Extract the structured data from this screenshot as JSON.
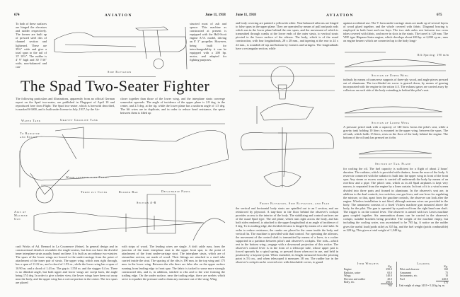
{
  "left_page": {
    "page_number": "674",
    "masthead": "AVIATION",
    "date": "June 11, 1918",
    "col_a": "To both of these surfaces are hinged the elevators and rudder respectively. The former are built up of pressed steel ribs of channel section and lightened. These are 39¾\" wide and give a total span to the tail of 13' 10½\". The rudder is 4' 9\" high and 30 7/16\" wide, non-balanced and con-",
    "col_b": "structed most of ash and spruce. This machine as constructed at present is equipped with the Hall-Scott engine A7A. model, driving an 8' 3\" propeller. However, being built for interchangeability it can be equipped with a 200 hp. motor, and adapted for fighting purposes.",
    "side_caption": "Side Elevation",
    "title": "The Spad Two-Seater Fighter",
    "intro_a": "The following particulars and illustrations, apparently from an official German report on the Spad two-seater, are published in Flugsport of April 10 and reproduced here from Flight: The Spad two-seater, which is herewith described, is marked S 6000, and is built under license in July, 1917, by the Air-",
    "intro_b": "closer together than those of the lower wing, and the interplane struts converge somewhat upwards. The angle of incidence of the upper plane is 2.8 deg. in the center, and 2.5 deg. at the tip, while the lower plane has a uniform angle of 1.5 deg. The lift wires are in duplicate, and in order to reduce head resistance, the space between them is filled up",
    "labels": [
      "Water Tank",
      "Gravity Gasoline Tank",
      "To Radiator and Engine",
      "Wood covered with Fabric",
      "Three ply Cover",
      "Rudder Bar",
      "Detachable Panel",
      "Axis of Machine Gun",
      "Section A-B"
    ],
    "bottom_a": "craft Works of Ad. Bernard in La Courneuve (Seine). In general design and in constructional details it resembles the single-seaters, but does not have the divided inner interplane struts usually found on these. It is built as an ordinary two-strutter. The spars of the lower wings are braced to the under-carriage from the point of attachment of the inner pair of struts. The upper wing, which runs right through, has a span of 11.22 m., and a chord of 1.53 m., while the lower wing has a span of 10.90 m. and a chord of 1.43 m. The gap is 1.550 m. and the stagger 0.4 m. There is no dihedral angle, but both upper and lower wings are swept back, the angle being 174 deg. In order to give a better view, the lower wings have been cut away near the body, and the upper wing has a cut-out portion in the center. The two spars are placed",
    "bottom_b": "with strips of wood. The leading wires are single. A drift cable runs, from the junction of the inner interplane strut to the upper front spar, to the point of attachment of the front under-carriage strut. The interplane struts, which are of streamline section, are made of wood. Their fittings are attached to a steel tube carried inside the strut. The spacing of the ribs is 190 mm. in the top wing and 175 mm. in the lower wing. Between the ribs there are false ribs on the upper surface running from leading edge to front spar. The fabric is tacked to some more strongly constructed ribs, and is, in addition, stitched to ribs and to the wire forming the trailing edge. On the under surface, near the trailing edge, there are eyelets which serve to equalize the pressure and to drain any moisture out of the wing. Wing"
  },
  "right_page": {
    "page_number": "675",
    "masthead": "AVIATION",
    "date": "June 11, 1918",
    "top_a": "and body covering are painted a yellowish white. Non-balanced ailerons are hinged to false spars in the upper plane. They are operated by means of pull and push rods which run in the lower plane behind the rear spars, and the movement of which is transmitted through cranks at the lower ends of the outer struts, to vertical struts pivoted to the lower surface of the aileron. The body, which is of the usual construction, with four longitudinals, 28 x 28 mm., and tapering at the rear to 24 x 24 mm., is rounded off top and bottom by formers and stringers. The longitudinals have a rectangular section, while",
    "top_b": "against accidental use. The V form under-carriage struts are made up of several layers of wood glued together, and the whole covered with fabric. Diagonal bracing is employed in both front and rear bays. The two stub axles rest between two cross tubes covered with fabric, and move in slots in the struts. The travel is 120 mm. The VEE type Hispano-Suiza engine, which develops about 200 hp. at 2,000 r.p.m., runs on engine bearers which are connected up to the body longi-",
    "upper_wing_caption": "Section of Upper Wing",
    "lower_wing_caption": "Section of Lower Wing",
    "tail_caption": "Section of Tail Plane",
    "rib_spacing": "Rib Spacing: 190 m/m",
    "text_c": "tudinals by means of transverse supports of three-ply wood, and angle pieces pressed out of aluminum. The two-bladed air screw is geared down, by means of gearing incorporated with the engine in the ration 4:3. The exhaust gases are carried away by collectors on each side of the body extending to behind the pilot's seat.",
    "text_d": "A pressure petrol tank with a capacity of 140 liters forms the pilot's seat, while a gravity tank holding 10 liters is mounted in the upper wing, between the spars. The oil tank, which holds 15 liters, rests on the floor of the body behind the engine. The bottom of the oil tank has pressed on it ribs",
    "text_e": "for cooling the oil. The fuel capacity is sufficient for a flight of about 2 hours' duration. The radiator, which is provided with shutters, forms the nose of the body. A reservoir connected with the radiator is built into the upper wing in front of the front spar. Any steam or excess water is carried off underneath the body by means of an overflow and a pipe. The pilot's seat, which as in all Spad airplanes is kept very narrow, is separated from the engine by a linen curtain. In front of it is a wind screen divided into three parts and framed in aluminum. In the observer's seat are, in addition to the dual controls, two switches, one gas lever, and one lever for regulating the mixture, so that, apart from the gasoline controls, the observer can look after the engine. Wireless installation is not fitted, although antenna wires are provided in the body. The armament consists of a fixed Vickers machine gun mounted above the body, for the pilot. The gun is operated by a push-rod from the right hand cam shaft. The trigger is on the control lever. The observer is armed with two Lewis machine guns coupled together. Six ammunition drums can be carried in the observer's cockpit, suitable brackets being provided. The weight of the machine empty, but including the cooling water, was ascertained to be 765 kg. A notice on the rudder gives the useful load (poids utile) as 355 kg. and the fuel weight (poids combustible) as 220 kg. This gives a total weight of 1,340 kg.",
    "fig_caption": "Front Elevation, Side Elevation, and Plan",
    "text_f": "the vertical and horizontal body struts are spindled out to an I section, and are reinforced by plywood. A trap-door in the floor behind the observer's cockpit provides access to the interior of the body. The stabilizing and control surfaces are of the usual Spad type. The tail plane, which runs right across the body, and has both sides rendered, is attached to the upper longitudinal at an angle of incidence of 0 deg. To its trailing edge, the divided elevator is hinged by means of a steel tube. In order to reduce resistance, the cranks are placed in the cause inside the body and vertical fin. The machine is provided with dual control. For operating the ailerons, the movement of the control shaft is transmitted by means of a lever, to a rocker supported in a partition between pilot's and observer's cockpits. The rods—which rest in the bottom wing—engage with a downward projection of this rocker. The observer's control lever is in the form of a telescope tube, whose upper part is forced upwards by a spiral spring, or pressed down when not in use, and held in position by a bayonet joint. When extended, its length measured from the pivoting point is 53 cm., and when telescoped it measures 38 cm. The rudder bar in the observer's cockpit can be covered over with detachable covers, to guard",
    "weights": {
      "title": "Item Weights",
      "unit": "Kg.",
      "rows": [
        [
          "Engine",
          "250.0"
        ],
        [
          "Radiator, water",
          "65.0"
        ],
        [
          "Wings",
          "140.0"
        ],
        [
          "Elevator and rudder",
          "20.0"
        ],
        [
          "Body, etc.",
          "290.0"
        ]
      ],
      "total": "765"
    },
    "loading": {
      "title": "Loading",
      "unit": "Kg.",
      "rows": [
        [
          "Pilot and observer",
          "160"
        ],
        [
          "Armament",
          "75"
        ],
        [
          "Instruments, etc.",
          "10"
        ],
        [
          "Fuel",
          "220.0"
        ]
      ],
      "total": "575",
      "note": "Unit weight of wings 143.9 = 5.24 kg./sq. m."
    }
  }
}
